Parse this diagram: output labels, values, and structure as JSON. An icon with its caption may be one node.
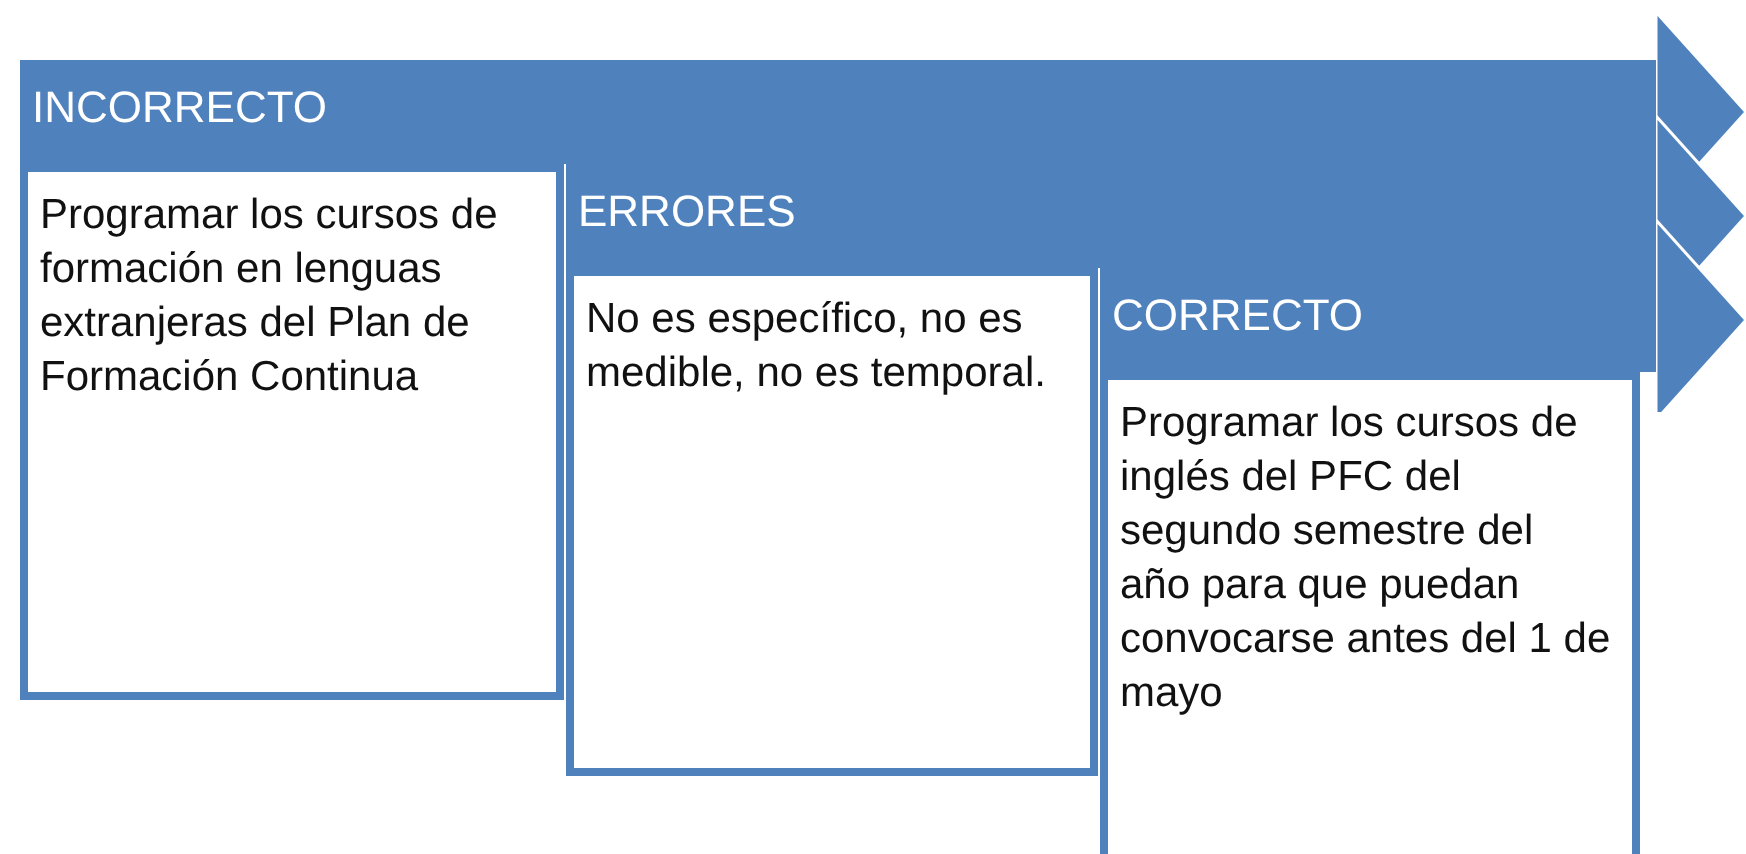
{
  "diagram": {
    "nodes": [
      {
        "text": [
          "INCORRECTO"
        ]
      },
      {
        "text": [
          "Programar los cursos de formación en lenguas extranjeras del Plan de Formación Continua"
        ]
      },
      {
        "text": [
          "ERRORES"
        ]
      },
      {
        "text": [
          "No es específico, no es medible, no es temporal."
        ]
      },
      {
        "text": [
          "CORRECTO"
        ]
      },
      {
        "text": [
          "Programar los cursos de inglés del PFC del segundo semestre del año para que puedan convocarse antes del 1 de mayo"
        ]
      }
    ]
  }
}
